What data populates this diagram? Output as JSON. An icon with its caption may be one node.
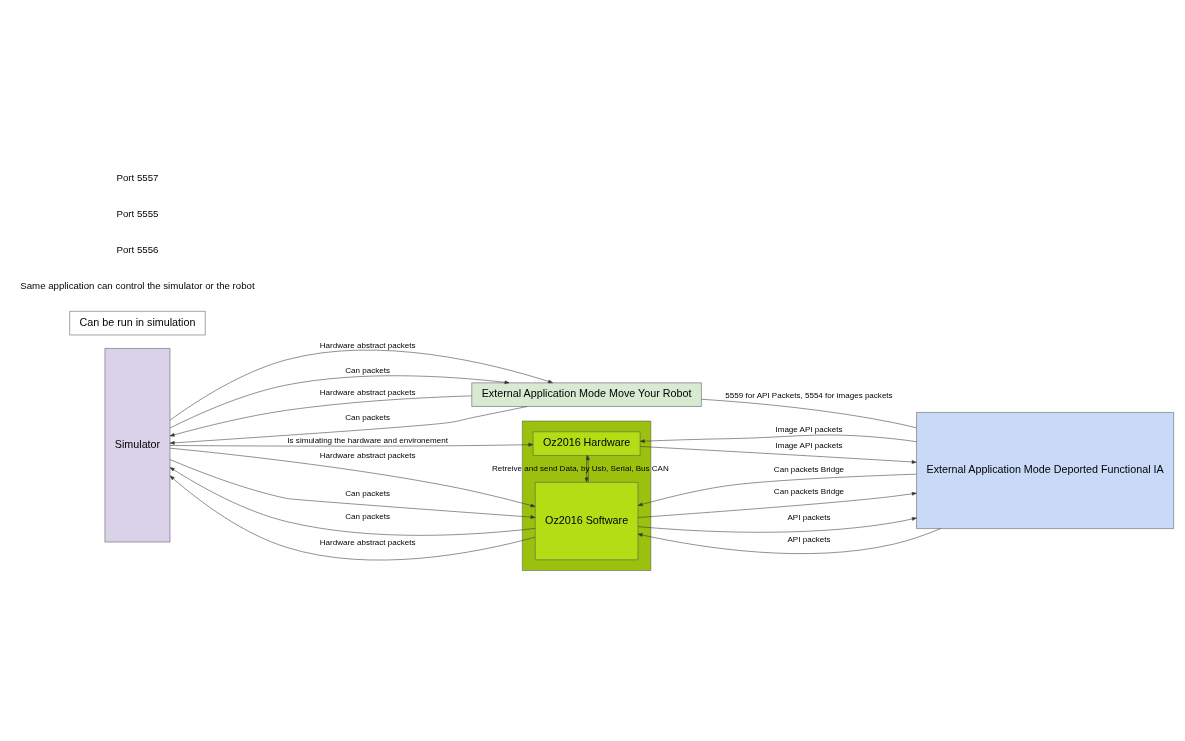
{
  "diagram": {
    "nodes": [
      {
        "text": [
          "Simulator"
        ]
      },
      {
        "text": [
          "External Application Mode Move Your Robot"
        ]
      },
      {
        "text": [],
        "shape": "box"
      },
      {
        "text": [
          "Oz2016 Software"
        ],
        "in": 2
      },
      {
        "text": [
          "Oz2016 Hardware"
        ],
        "in": 2
      },
      {
        "text": [
          "Can be run in simulation"
        ]
      },
      {
        "text": [
          "External Application Mode Deported Functional IA"
        ]
      }
    ],
    "edges": [
      {
        "from": 0,
        "to": 1,
        "arrow": "to",
        "label": "Hardware abstract packets"
      },
      {
        "from": 1,
        "to": 0,
        "arrow": "to",
        "label": "Hardware abstract packets"
      },
      {
        "from": 0,
        "to": 1,
        "arrow": "to",
        "label": "Can packets"
      },
      {
        "from": 1,
        "to": 0,
        "arrow": "to",
        "label": "Can packets"
      },
      {
        "from": 3,
        "to": 0,
        "arrow": "to",
        "label": "Can packets"
      },
      {
        "from": 3,
        "to": 0,
        "arrow": "to",
        "label": "Hardware abstract packets"
      },
      {
        "from": 0,
        "to": 3,
        "arrow": "to",
        "label": "Hardware abstract packets"
      },
      {
        "from": 0,
        "to": 3,
        "arrow": "to",
        "label": "Can packets"
      },
      {
        "from": 4,
        "to": 3,
        "arrow": "to",
        "label": "Retreive and send Data, by Usb, Serial, Bus CAN"
      },
      {
        "from": 3,
        "to": 4,
        "arrow": "to"
      },
      {
        "from": 0,
        "to": 4,
        "arrow": "to",
        "label": "Is simulating the hardware and environement"
      },
      {
        "from": 3,
        "to": 6,
        "arrow": "to",
        "label": "Can packets Bridge"
      },
      {
        "from": 6,
        "to": 3,
        "arrow": "to",
        "label": "Can packets Bridge"
      },
      {
        "from": 3,
        "to": 6,
        "arrow": "to",
        "label": "API packets"
      },
      {
        "from": 6,
        "to": 3,
        "arrow": "to",
        "label": "API packets"
      },
      {
        "from": 4,
        "to": 6,
        "arrow": "to",
        "label": "Image API packets"
      },
      {
        "from": 6,
        "to": 4,
        "arrow": "to",
        "label": "Image API packets"
      },
      {
        "from": 1,
        "to": 6,
        "arrow": "none",
        "label": "5559 for API Packets, 5554 for images packets"
      }
    ],
    "labels": [
      "Same application can control the simulator or the robot",
      "Port 5556",
      "Port 5555",
      "Port 5557"
    ]
  }
}
